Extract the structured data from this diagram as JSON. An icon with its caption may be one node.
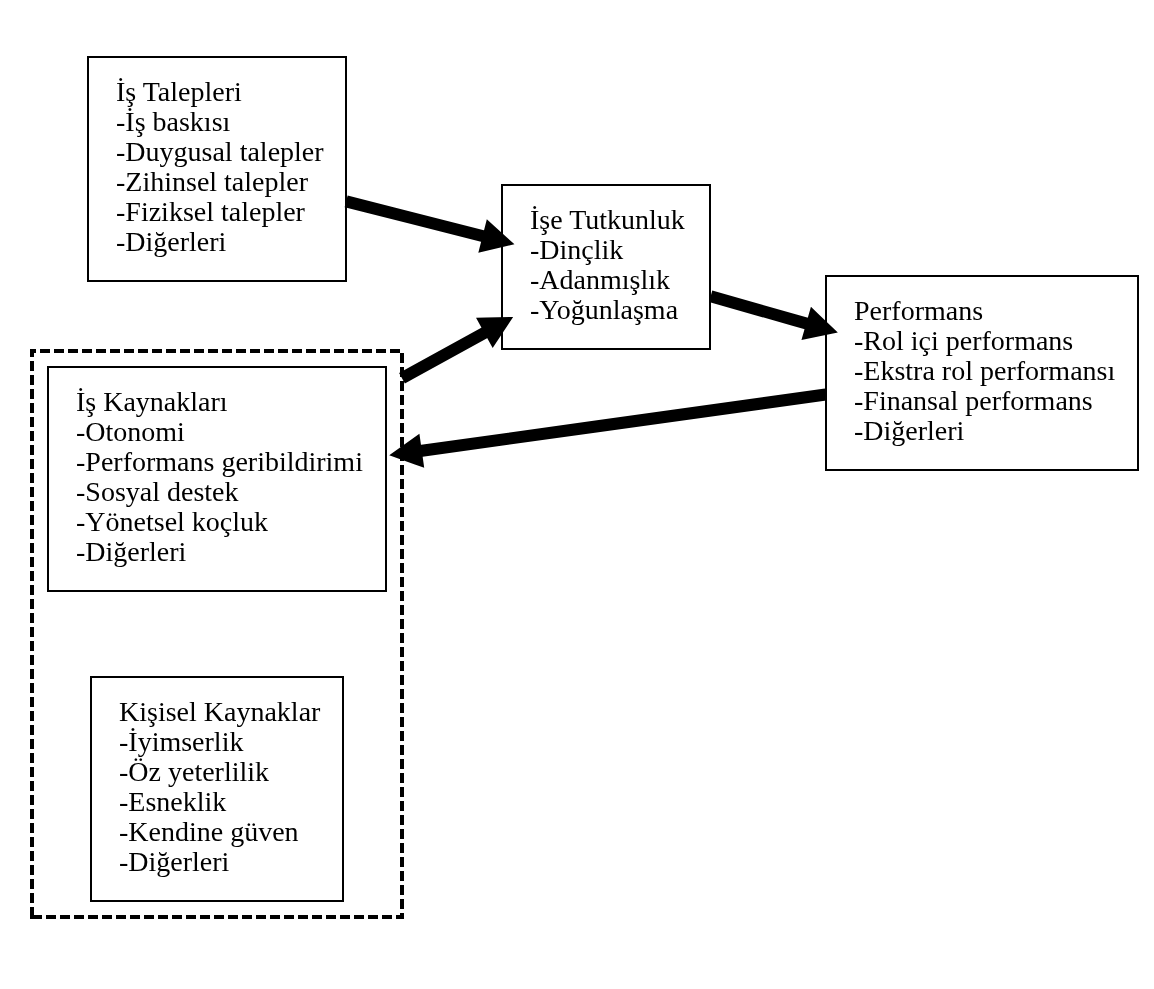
{
  "diagram": {
    "nodes": [
      {
        "text": [],
        "shape": "box"
      },
      {
        "text": [
          "İş Kaynakları",
          "-Otonomi",
          "-Performans geribildirimi",
          "-Sosyal destek",
          "-Yönetsel koçluk",
          "-Diğerleri"
        ],
        "in": 0
      },
      {
        "text": [
          "İş Talepleri",
          "-İş baskısı",
          "-Duygusal talepler",
          "-Zihinsel talepler",
          "-Fiziksel talepler",
          "-Diğerleri"
        ]
      },
      {
        "text": [
          "İşe Tutkunluk",
          "-Dinçlik",
          "-Adanmışlık",
          "-Yoğunlaşma"
        ]
      },
      {
        "text": [
          "Performans",
          "-Rol içi performans",
          "-Ekstra rol performansı",
          "-Finansal performans",
          "-Diğerleri"
        ]
      },
      {
        "text": [
          "Kişisel Kaynaklar",
          "-İyimserlik",
          "-Öz yeterlilik",
          "-Esneklik",
          "-Kendine güven",
          "-Diğerleri"
        ],
        "in": 0
      }
    ],
    "edges": [
      {
        "from": 0,
        "to": 3,
        "arrow": "to"
      },
      {
        "from": 2,
        "to": 3,
        "arrow": "to"
      },
      {
        "from": 3,
        "to": 4,
        "arrow": "to"
      },
      {
        "from": 4,
        "to": 0,
        "arrow": "to"
      }
    ]
  }
}
